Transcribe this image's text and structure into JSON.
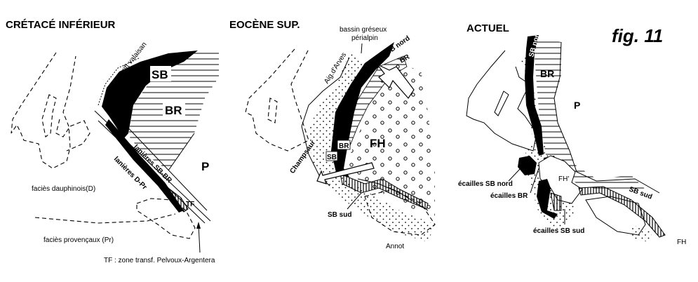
{
  "figure_label": "fig. 11",
  "panels": [
    {
      "title": "CRÉTACÉ INFÉRIEUR",
      "labels": {
        "rift": "rift valaisan",
        "sb": "SB",
        "br": "BR",
        "p": "P",
        "lanieres_sb_br": "lanières SB-BR",
        "lanieres_d_pr": "lanières D-Pr",
        "tf": "TF",
        "dauphinois": "faciès dauphinois(D)",
        "provencaux": "faciès provençaux  (Pr)",
        "tf_legend": "TF : zone transf. Pelvoux-Argentera"
      }
    },
    {
      "title": "EOCÈNE SUP.",
      "labels": {
        "bassin_1": "bassin gréseux",
        "bassin_2": "périalpin",
        "sb_nord": "SB nord",
        "br_top": "BR",
        "aig_arves": "Aig.d'Arves",
        "fh": "FH",
        "br_box": "BR",
        "sb_box": "SB",
        "champsaur": "Champsaur",
        "sb_sud": "SB sud",
        "annot": "Annot"
      }
    },
    {
      "title": "ACTUEL",
      "labels": {
        "sb_nord": "SB nord",
        "br": "BR",
        "p": "P",
        "fh_prime": "FH'",
        "ecailles_sb_nord": "écailles SB nord",
        "ecailles_br": "écailles BR",
        "ecailles_sb_sud": "écailles SB sud",
        "sb_sud": "SB sud",
        "fh": "FH"
      }
    }
  ]
}
